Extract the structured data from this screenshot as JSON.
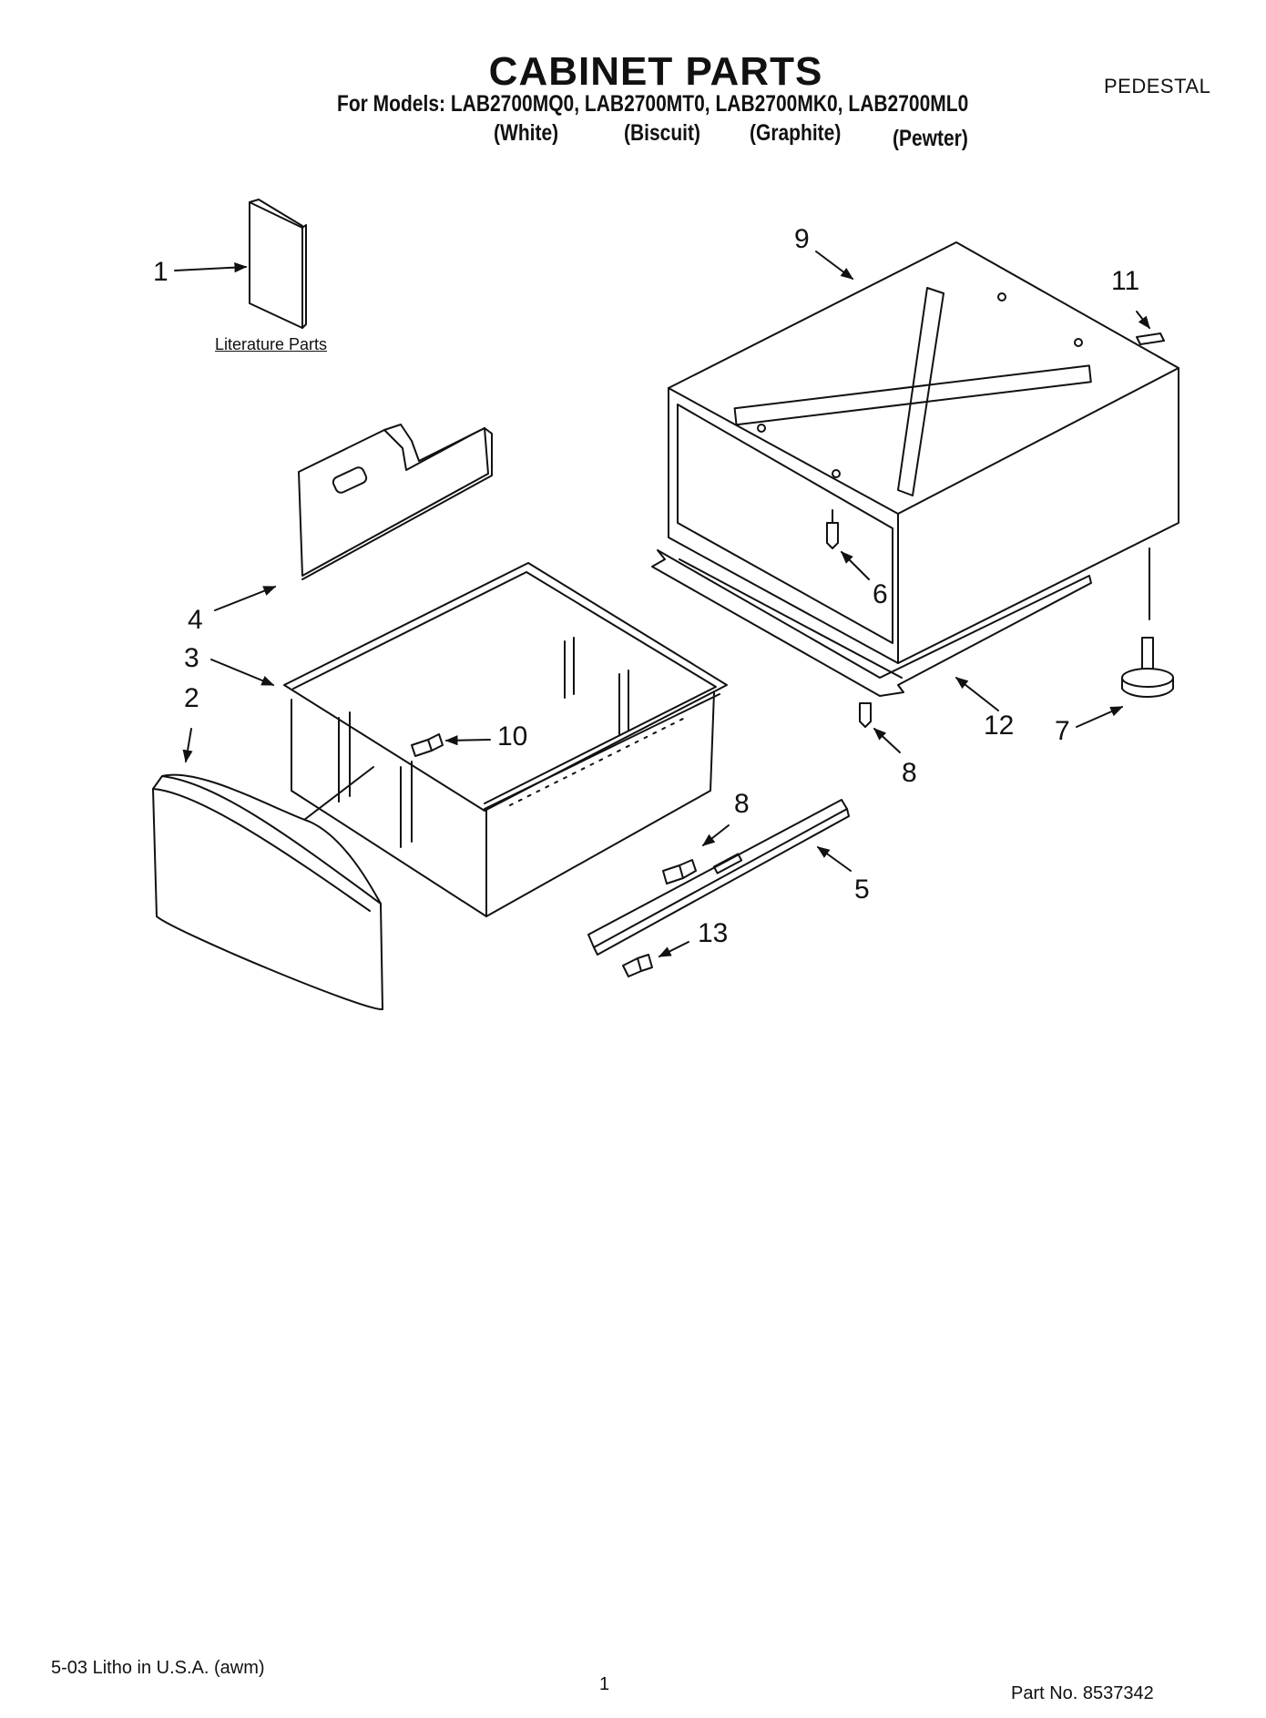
{
  "header": {
    "title": "CABINET PARTS",
    "section": "PEDESTAL",
    "models_prefix": "For Models:",
    "models": [
      "LAB2700MQ0,",
      "LAB2700MT0,",
      "LAB2700MK0,",
      "LAB2700ML0"
    ],
    "colors": [
      "(White)",
      "(Biscuit)",
      "(Graphite)",
      "(Pewter)"
    ]
  },
  "diagram": {
    "literature_label": "Literature Parts",
    "callouts": [
      "1",
      "2",
      "3",
      "4",
      "5",
      "6",
      "7",
      "8",
      "8",
      "9",
      "10",
      "11",
      "12",
      "13"
    ]
  },
  "footer": {
    "print_info": "5-03 Litho in U.S.A. (awm)",
    "page_number": "1",
    "part_number": "Part No. 8537342"
  }
}
